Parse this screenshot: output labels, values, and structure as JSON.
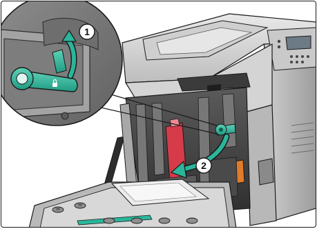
{
  "steps": [
    {
      "number": "1"
    },
    {
      "number": "2"
    }
  ],
  "colors": {
    "accent": "#2bb59a",
    "lever_highlight": "#d63b4a",
    "orange_part": "#e07b2a",
    "outline": "#1a1a1a",
    "body_light": "#d9d9d9",
    "body_mid": "#9a9a9a",
    "body_dark": "#3a3a3a"
  },
  "icons": {
    "callout": "magnified-lever-callout",
    "arrow_up": "curved-arrow-up-icon",
    "arrow_down": "curved-arrow-down-icon",
    "lock": "lock-icon"
  }
}
